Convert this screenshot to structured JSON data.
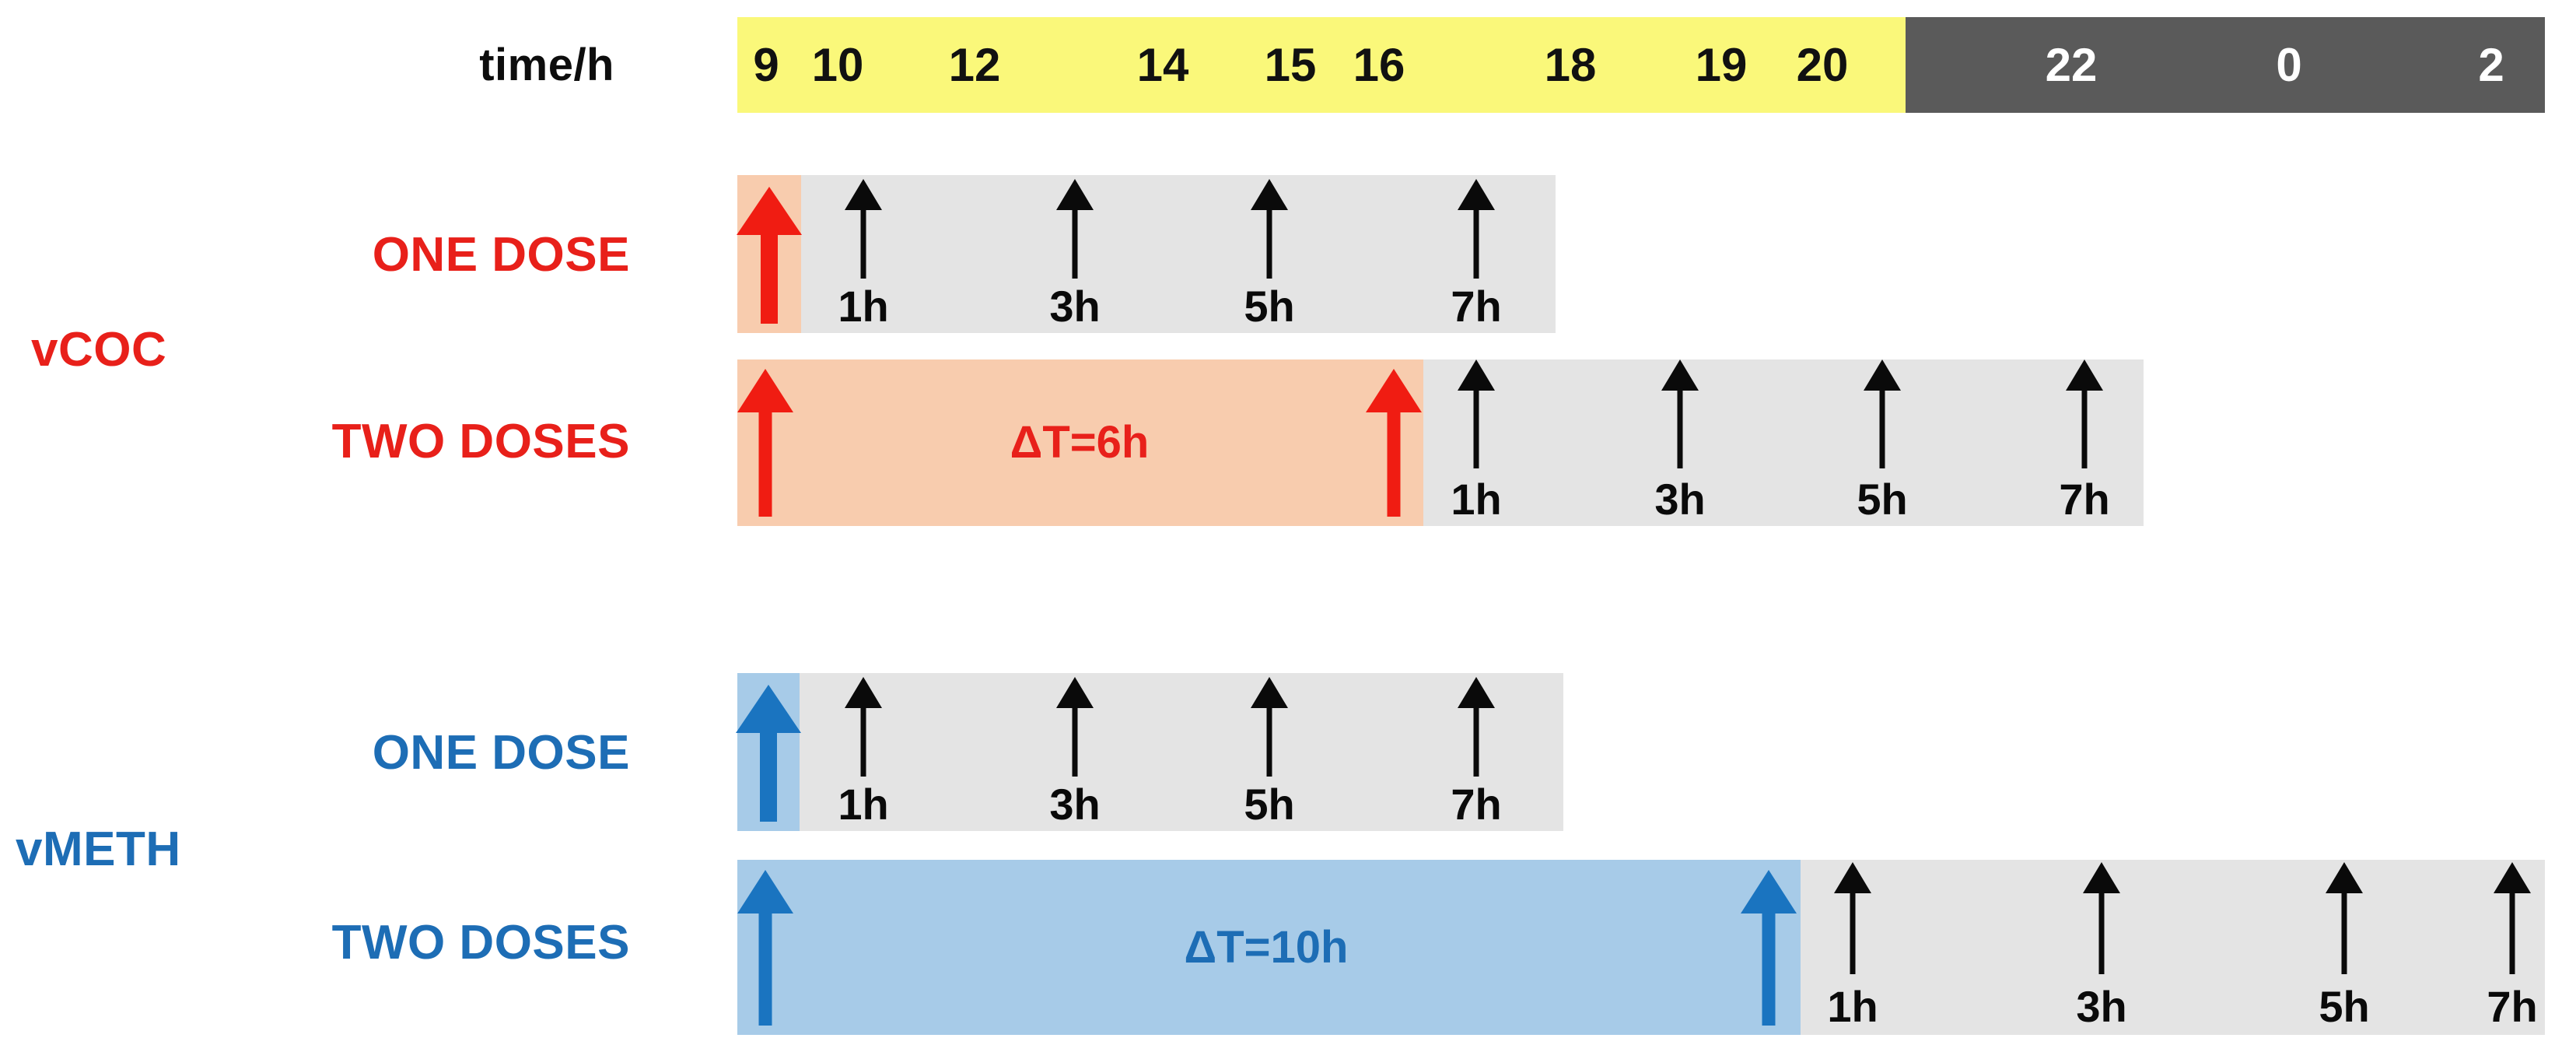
{
  "figure": {
    "axis_label": "time/h",
    "colors": {
      "day": "#FAF87A",
      "night": "#5A5A5A",
      "sampling": "#E4E4E4",
      "coc_fill": "#F8CCAE",
      "coc_accent": "#E8201A",
      "meth_fill": "#A7CBE8",
      "meth_accent": "#1D6DB5",
      "arrow_black": "#0A0A0A"
    }
  },
  "timeline": {
    "day_ticks": [
      "9",
      "10",
      "12",
      "14",
      "15",
      "16",
      "18",
      "19",
      "20"
    ],
    "night_ticks": [
      "22",
      "0",
      "2"
    ],
    "all_ticks": [
      "9",
      "10",
      "12",
      "14",
      "15",
      "16",
      "18",
      "19",
      "20",
      "22",
      "0",
      "2"
    ],
    "day_start_hour": 9,
    "night_start_hour": 20,
    "end_hour": 3
  },
  "groups": [
    {
      "id": "vcoc",
      "label": "vCOC",
      "accent": "#E8201A",
      "rows": [
        {
          "id": "vcoc-one-dose",
          "label": "ONE DOSE",
          "dose_count": 1,
          "interval_label": "",
          "sampling_labels": [
            "1h",
            "3h",
            "5h",
            "7h"
          ]
        },
        {
          "id": "vcoc-two-doses",
          "label": "TWO DOSES",
          "dose_count": 2,
          "interval_label": "ΔT=6h",
          "sampling_labels": [
            "1h",
            "3h",
            "5h",
            "7h"
          ]
        }
      ]
    },
    {
      "id": "vmeth",
      "label": "vMETH",
      "accent": "#1D6DB5",
      "rows": [
        {
          "id": "vmeth-one-dose",
          "label": "ONE DOSE",
          "dose_count": 1,
          "interval_label": "",
          "sampling_labels": [
            "1h",
            "3h",
            "5h",
            "7h"
          ]
        },
        {
          "id": "vmeth-two-doses",
          "label": "TWO DOSES",
          "dose_count": 2,
          "interval_label": "ΔT=10h",
          "sampling_labels": [
            "1h",
            "3h",
            "5h",
            "7h"
          ]
        }
      ]
    }
  ],
  "chart_data": {
    "type": "table",
    "title": "",
    "xlabel": "time/h",
    "ylabel": "",
    "x_tick_labels": [
      "9",
      "10",
      "12",
      "14",
      "15",
      "16",
      "18",
      "19",
      "20",
      "22",
      "0",
      "2"
    ],
    "x_tick_hours": [
      9,
      10,
      12,
      14,
      15,
      16,
      18,
      19,
      20,
      22,
      24,
      26
    ],
    "xlim": [
      9,
      27
    ],
    "grid": false,
    "legend": "none",
    "annotations": [
      "ΔT=6h",
      "ΔT=10h"
    ],
    "axis_segments": [
      {
        "name": "day",
        "start_hour": 9,
        "end_hour": 20,
        "color": "#FAF87A"
      },
      {
        "name": "night",
        "start_hour": 20,
        "end_hour": 27,
        "color": "#5A5A5A"
      }
    ],
    "series": [
      {
        "name": "vCOC ONE DOSE",
        "doses_hours": [
          9
        ],
        "sampling_hours": [
          10,
          12,
          14,
          16
        ],
        "sampling_labels": [
          "1h",
          "3h",
          "5h",
          "7h"
        ],
        "span_hours": [
          9,
          17
        ]
      },
      {
        "name": "vCOC TWO DOSES",
        "doses_hours": [
          9,
          15
        ],
        "interval_hours": 6,
        "interval_label": "ΔT=6h",
        "sampling_hours": [
          16,
          18,
          20,
          22
        ],
        "sampling_labels": [
          "1h",
          "3h",
          "5h",
          "7h"
        ],
        "span_hours": [
          9,
          23
        ]
      },
      {
        "name": "vMETH ONE DOSE",
        "doses_hours": [
          9
        ],
        "sampling_hours": [
          10,
          12,
          14,
          16
        ],
        "sampling_labels": [
          "1h",
          "3h",
          "5h",
          "7h"
        ],
        "span_hours": [
          9,
          17
        ]
      },
      {
        "name": "vMETH TWO DOSES",
        "doses_hours": [
          9,
          19
        ],
        "interval_hours": 10,
        "interval_label": "ΔT=10h",
        "sampling_hours": [
          20,
          22,
          24,
          26
        ],
        "sampling_labels": [
          "1h",
          "3h",
          "5h",
          "7h"
        ],
        "span_hours": [
          9,
          27
        ]
      }
    ]
  }
}
